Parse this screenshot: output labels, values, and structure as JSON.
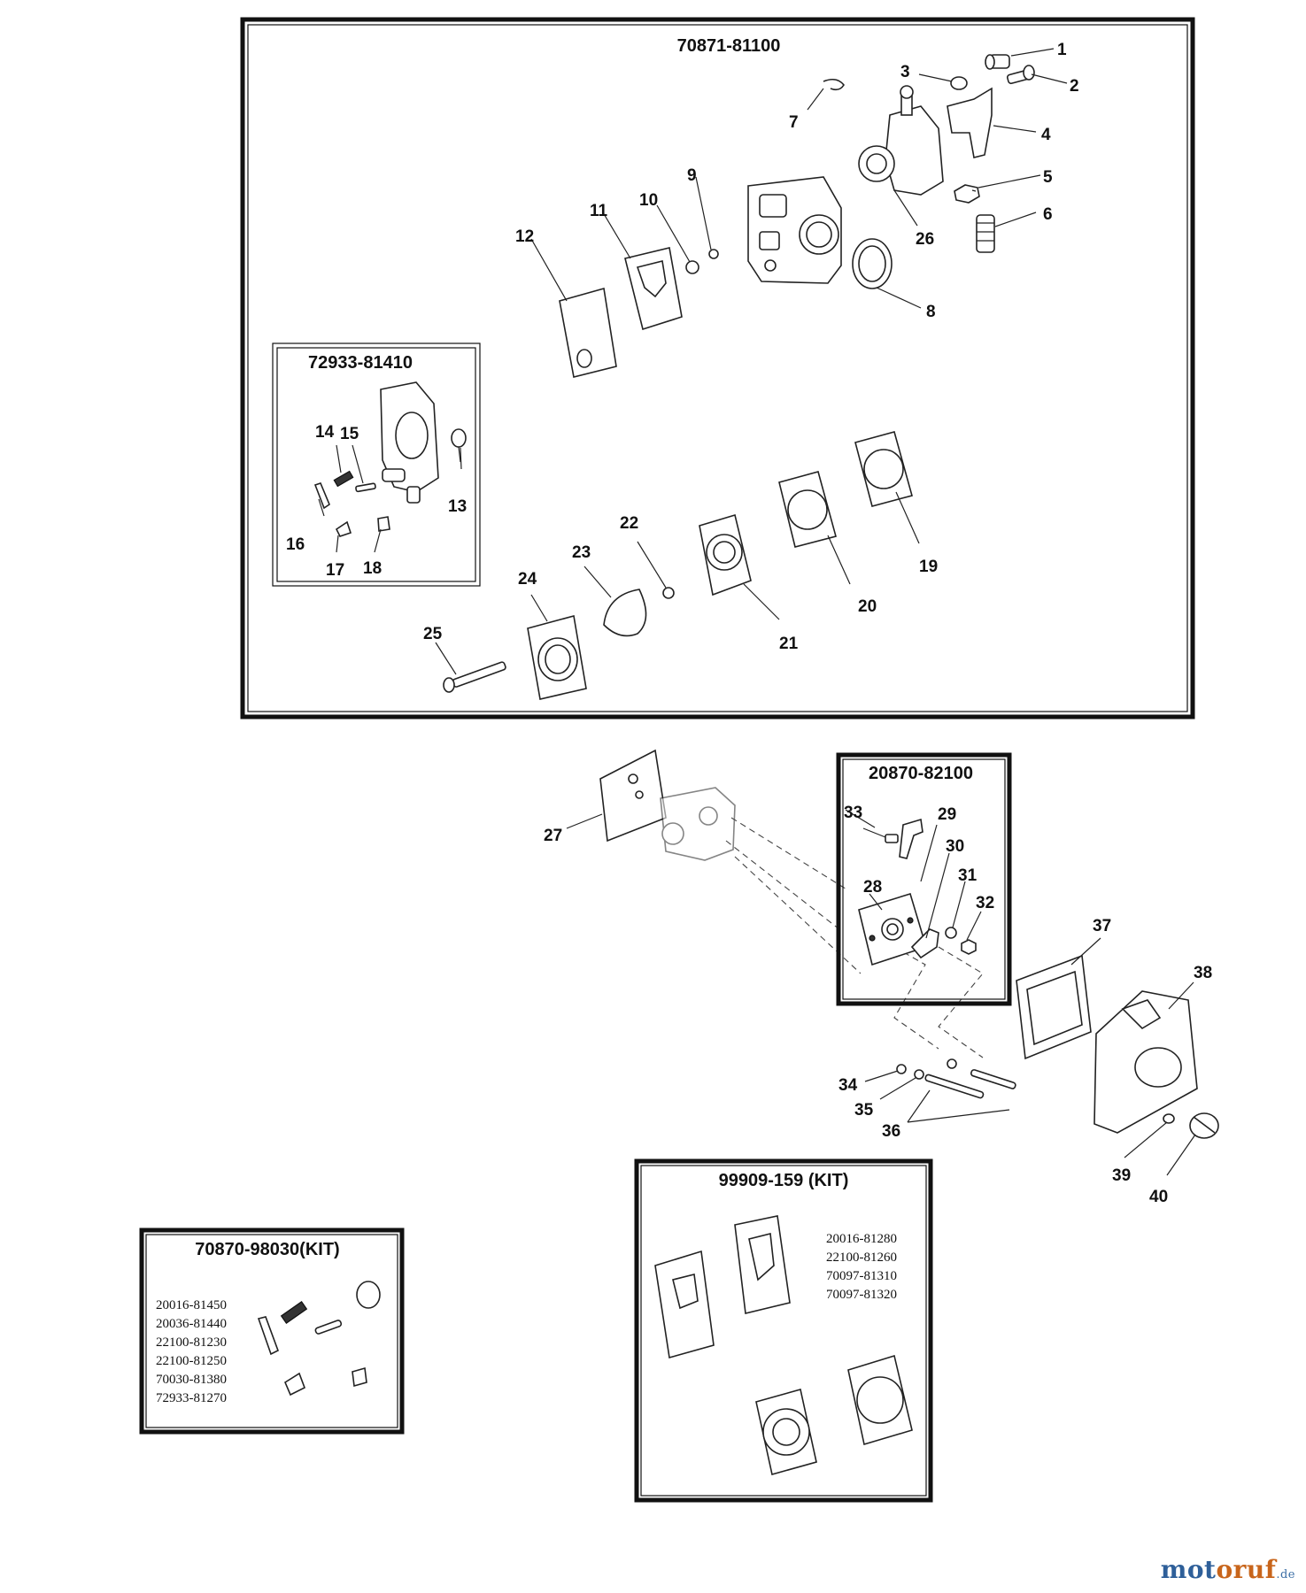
{
  "boxes": {
    "main_title": "70871-81100",
    "metering_title": "72933-81410",
    "adapter_title": "20870-82100",
    "kit_a_title": "70870-98030(KIT)",
    "kit_b_title": "99909-159 (KIT)"
  },
  "kit_a_parts": [
    "20016-81450",
    "20036-81440",
    "22100-81230",
    "22100-81250",
    "70030-81380",
    "72933-81270"
  ],
  "kit_b_parts": [
    "20016-81280",
    "22100-81260",
    "70097-81310",
    "70097-81320"
  ],
  "callouts": [
    "1",
    "2",
    "3",
    "4",
    "5",
    "6",
    "7",
    "8",
    "9",
    "10",
    "11",
    "12",
    "13",
    "14",
    "15",
    "16",
    "17",
    "18",
    "19",
    "20",
    "21",
    "22",
    "23",
    "24",
    "25",
    "26",
    "27",
    "28",
    "29",
    "30",
    "31",
    "32",
    "33",
    "34",
    "35",
    "36",
    "37",
    "38",
    "39",
    "40"
  ],
  "watermark": {
    "prefix": "mot",
    "main": "oruf",
    "suffix": ".de"
  },
  "icons": [
    "carburetor-body",
    "gasket",
    "diaphragm",
    "screw",
    "primer-bulb",
    "air-filter",
    "air-cleaner-cover",
    "knob"
  ]
}
